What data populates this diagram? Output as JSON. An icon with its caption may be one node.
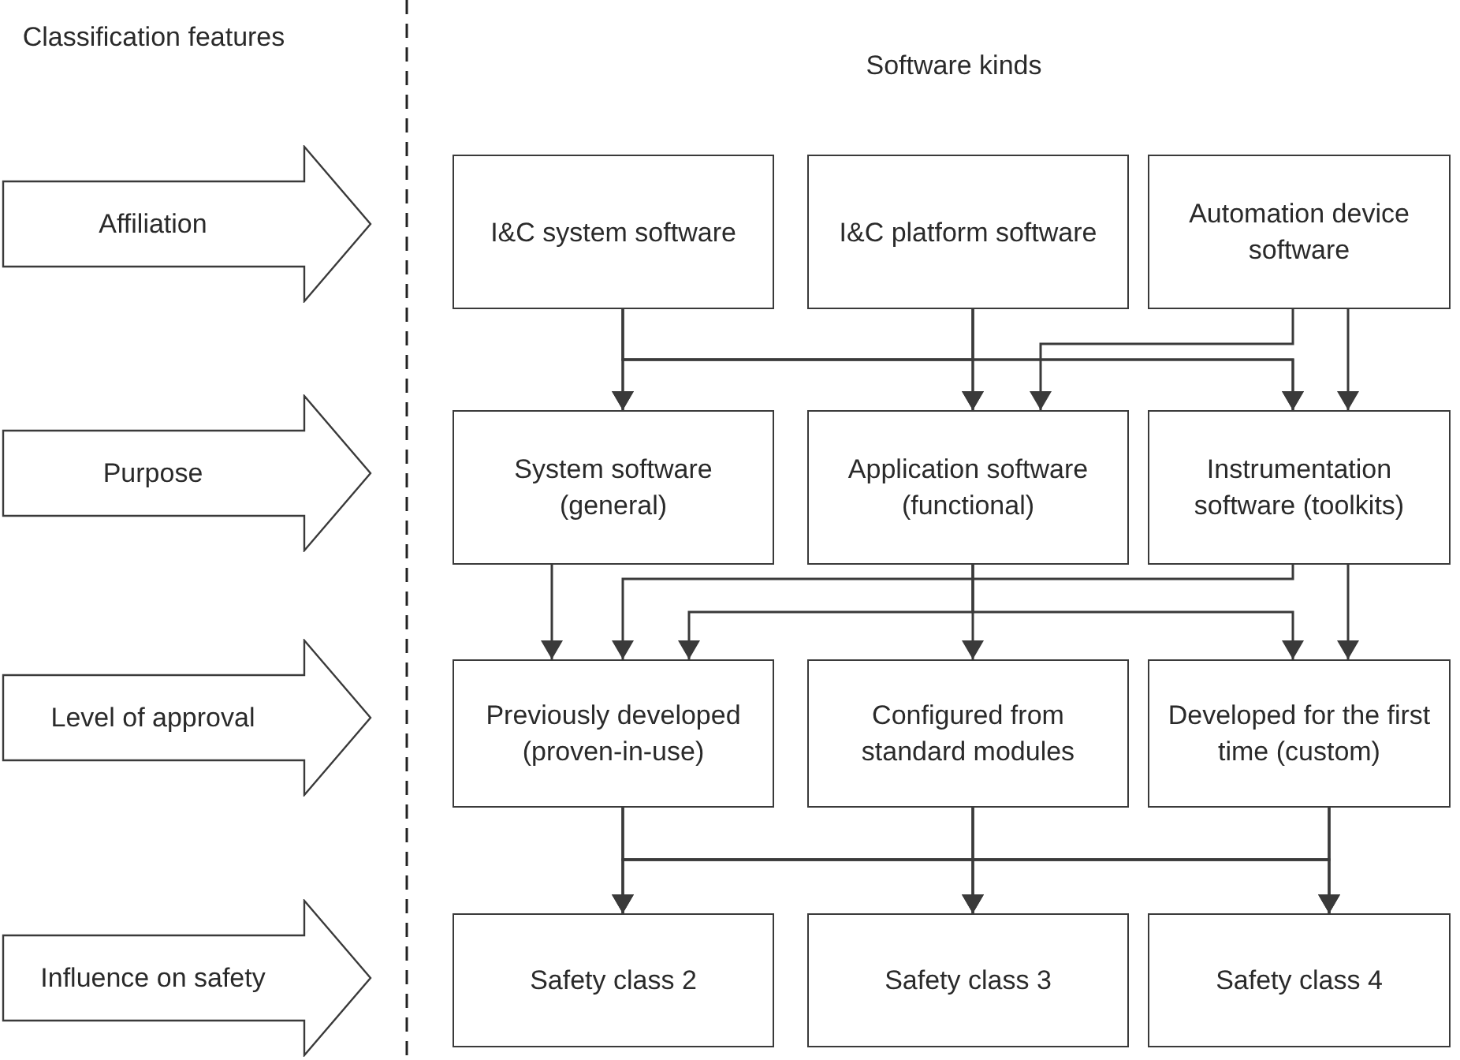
{
  "diagram": {
    "nodes": [
      {
        "text": [
          "Affiliation"
        ]
      },
      {
        "text": [
          "I&C system software"
        ]
      },
      {
        "text": [
          "I&C platform software"
        ]
      },
      {
        "text": [
          "Automation device software"
        ]
      },
      {
        "text": [
          "Purpose"
        ]
      },
      {
        "text": [
          "System software (general)"
        ]
      },
      {
        "text": [
          "Application software (functional)"
        ]
      },
      {
        "text": [
          "Instrumentation software (toolkits)"
        ]
      },
      {
        "text": [
          "Level of approval"
        ]
      },
      {
        "text": [
          "Previously developed (proven-in-use)"
        ]
      },
      {
        "text": [
          "Configured from standard modules"
        ]
      },
      {
        "text": [
          "Developed for the first time (custom)"
        ]
      },
      {
        "text": [
          "Influence on safety"
        ]
      },
      {
        "text": [
          "Safety class 2"
        ]
      },
      {
        "text": [
          "Safety class 3"
        ]
      },
      {
        "text": [
          "Safety class 4"
        ]
      }
    ],
    "edges": [
      {
        "from": 1,
        "to": 5,
        "arrow": "to"
      },
      {
        "from": 1,
        "to": 6,
        "arrow": "to"
      },
      {
        "from": 1,
        "to": 7,
        "arrow": "to"
      },
      {
        "from": 2,
        "to": 5,
        "arrow": "to"
      },
      {
        "from": 2,
        "to": 6,
        "arrow": "to"
      },
      {
        "from": 2,
        "to": 7,
        "arrow": "to"
      },
      {
        "from": 3,
        "to": 6,
        "arrow": "to"
      },
      {
        "from": 3,
        "to": 7,
        "arrow": "to"
      },
      {
        "from": 5,
        "to": 9,
        "arrow": "to"
      },
      {
        "from": 7,
        "to": 9,
        "arrow": "to"
      },
      {
        "from": 6,
        "to": 9,
        "arrow": "to"
      },
      {
        "from": 6,
        "to": 10,
        "arrow": "to"
      },
      {
        "from": 6,
        "to": 11,
        "arrow": "to"
      },
      {
        "from": 7,
        "to": 11,
        "arrow": "to"
      },
      {
        "from": 9,
        "to": 13,
        "arrow": "to"
      },
      {
        "from": 9,
        "to": 14,
        "arrow": "to"
      },
      {
        "from": 9,
        "to": 15,
        "arrow": "to"
      },
      {
        "from": 10,
        "to": 13,
        "arrow": "to"
      },
      {
        "from": 10,
        "to": 14,
        "arrow": "to"
      },
      {
        "from": 10,
        "to": 15,
        "arrow": "to"
      },
      {
        "from": 11,
        "to": 13,
        "arrow": "to"
      },
      {
        "from": 11,
        "to": 14,
        "arrow": "to"
      },
      {
        "from": 11,
        "to": 15,
        "arrow": "to"
      }
    ],
    "labels": [
      "Classification features",
      "Software kinds"
    ]
  }
}
